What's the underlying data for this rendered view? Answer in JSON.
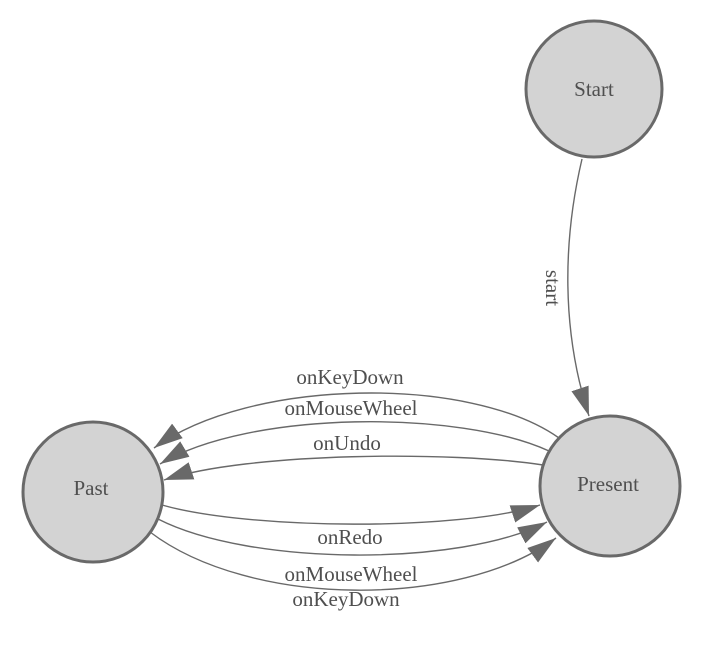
{
  "diagram": {
    "title": "undo-redo state machine diagram",
    "background_color": "#ffffff",
    "colors": {
      "node_fill": "#d3d3d3",
      "node_stroke": "#696969",
      "edge_stroke": "#696969",
      "arrow_fill": "#696969",
      "label_text": "#4f4f4f"
    },
    "nodes": [
      {
        "id": "start",
        "label": "Start"
      },
      {
        "id": "present",
        "label": "Present"
      },
      {
        "id": "past",
        "label": "Past"
      }
    ],
    "edges": [
      {
        "from": "Start",
        "to": "Present",
        "label": "start"
      },
      {
        "from": "Present",
        "to": "Past",
        "label": "onKeyDown"
      },
      {
        "from": "Present",
        "to": "Past",
        "label": "onMouseWheel"
      },
      {
        "from": "Present",
        "to": "Past",
        "label": "onUndo"
      },
      {
        "from": "Past",
        "to": "Present",
        "label": "onRedo"
      },
      {
        "from": "Past",
        "to": "Present",
        "label": "onMouseWheel"
      },
      {
        "from": "Past",
        "to": "Present",
        "label": "onKeyDown"
      }
    ]
  }
}
